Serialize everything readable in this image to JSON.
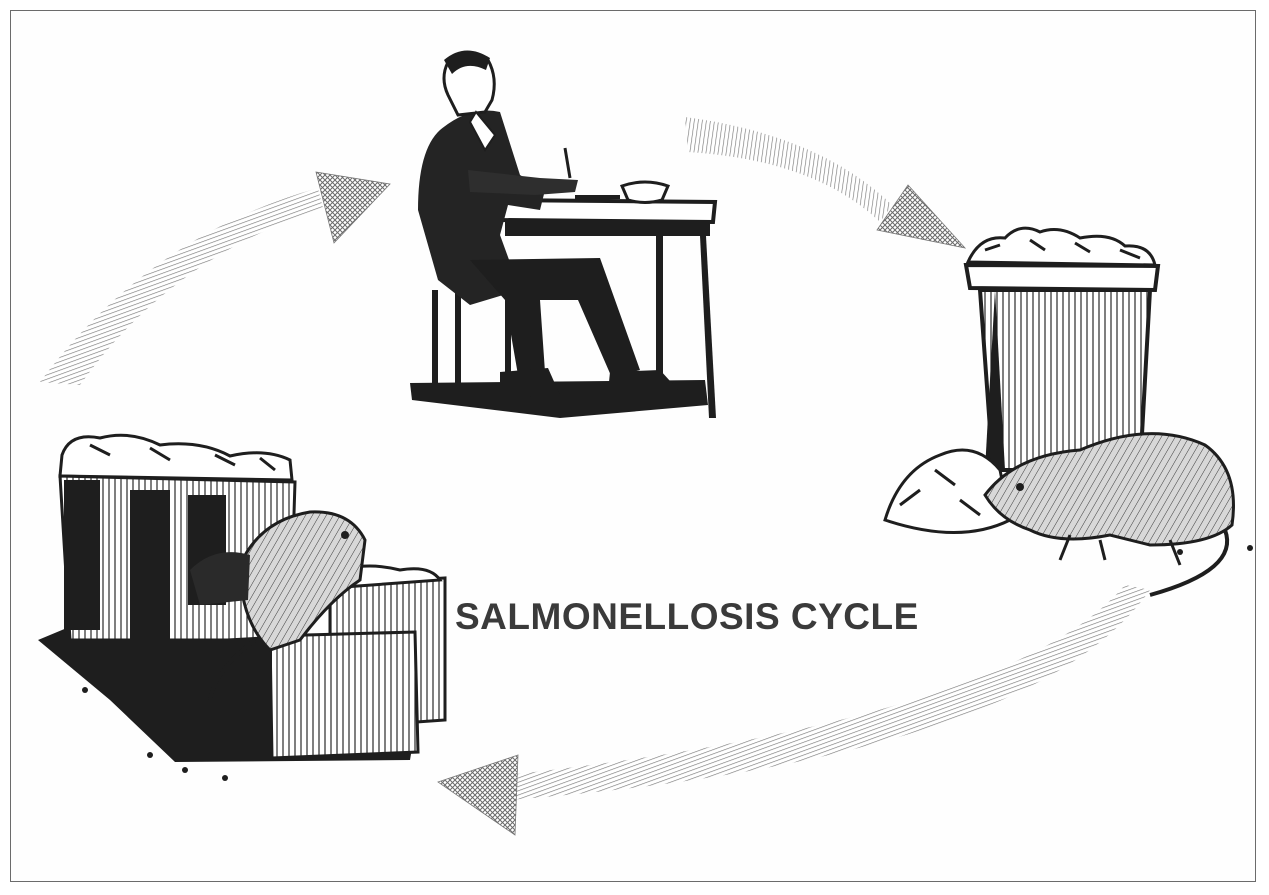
{
  "diagram": {
    "title": "SALMONELLOSIS CYCLE",
    "stages": [
      {
        "id": "person-eating",
        "icon": "man-at-table-icon"
      },
      {
        "id": "garbage-can-rat",
        "icon": "trash-can-with-rat-icon"
      },
      {
        "id": "garbage-boxes-rats",
        "icon": "garbage-bins-with-rats-icon"
      }
    ],
    "flow": [
      "person-eating",
      "garbage-can-rat",
      "garbage-boxes-rats",
      "person-eating"
    ],
    "colors": {
      "ink": "#1e1e1e",
      "hatch": "#8a8a8a",
      "frame": "#6b6b6b",
      "title": "#3a3a3a"
    }
  }
}
